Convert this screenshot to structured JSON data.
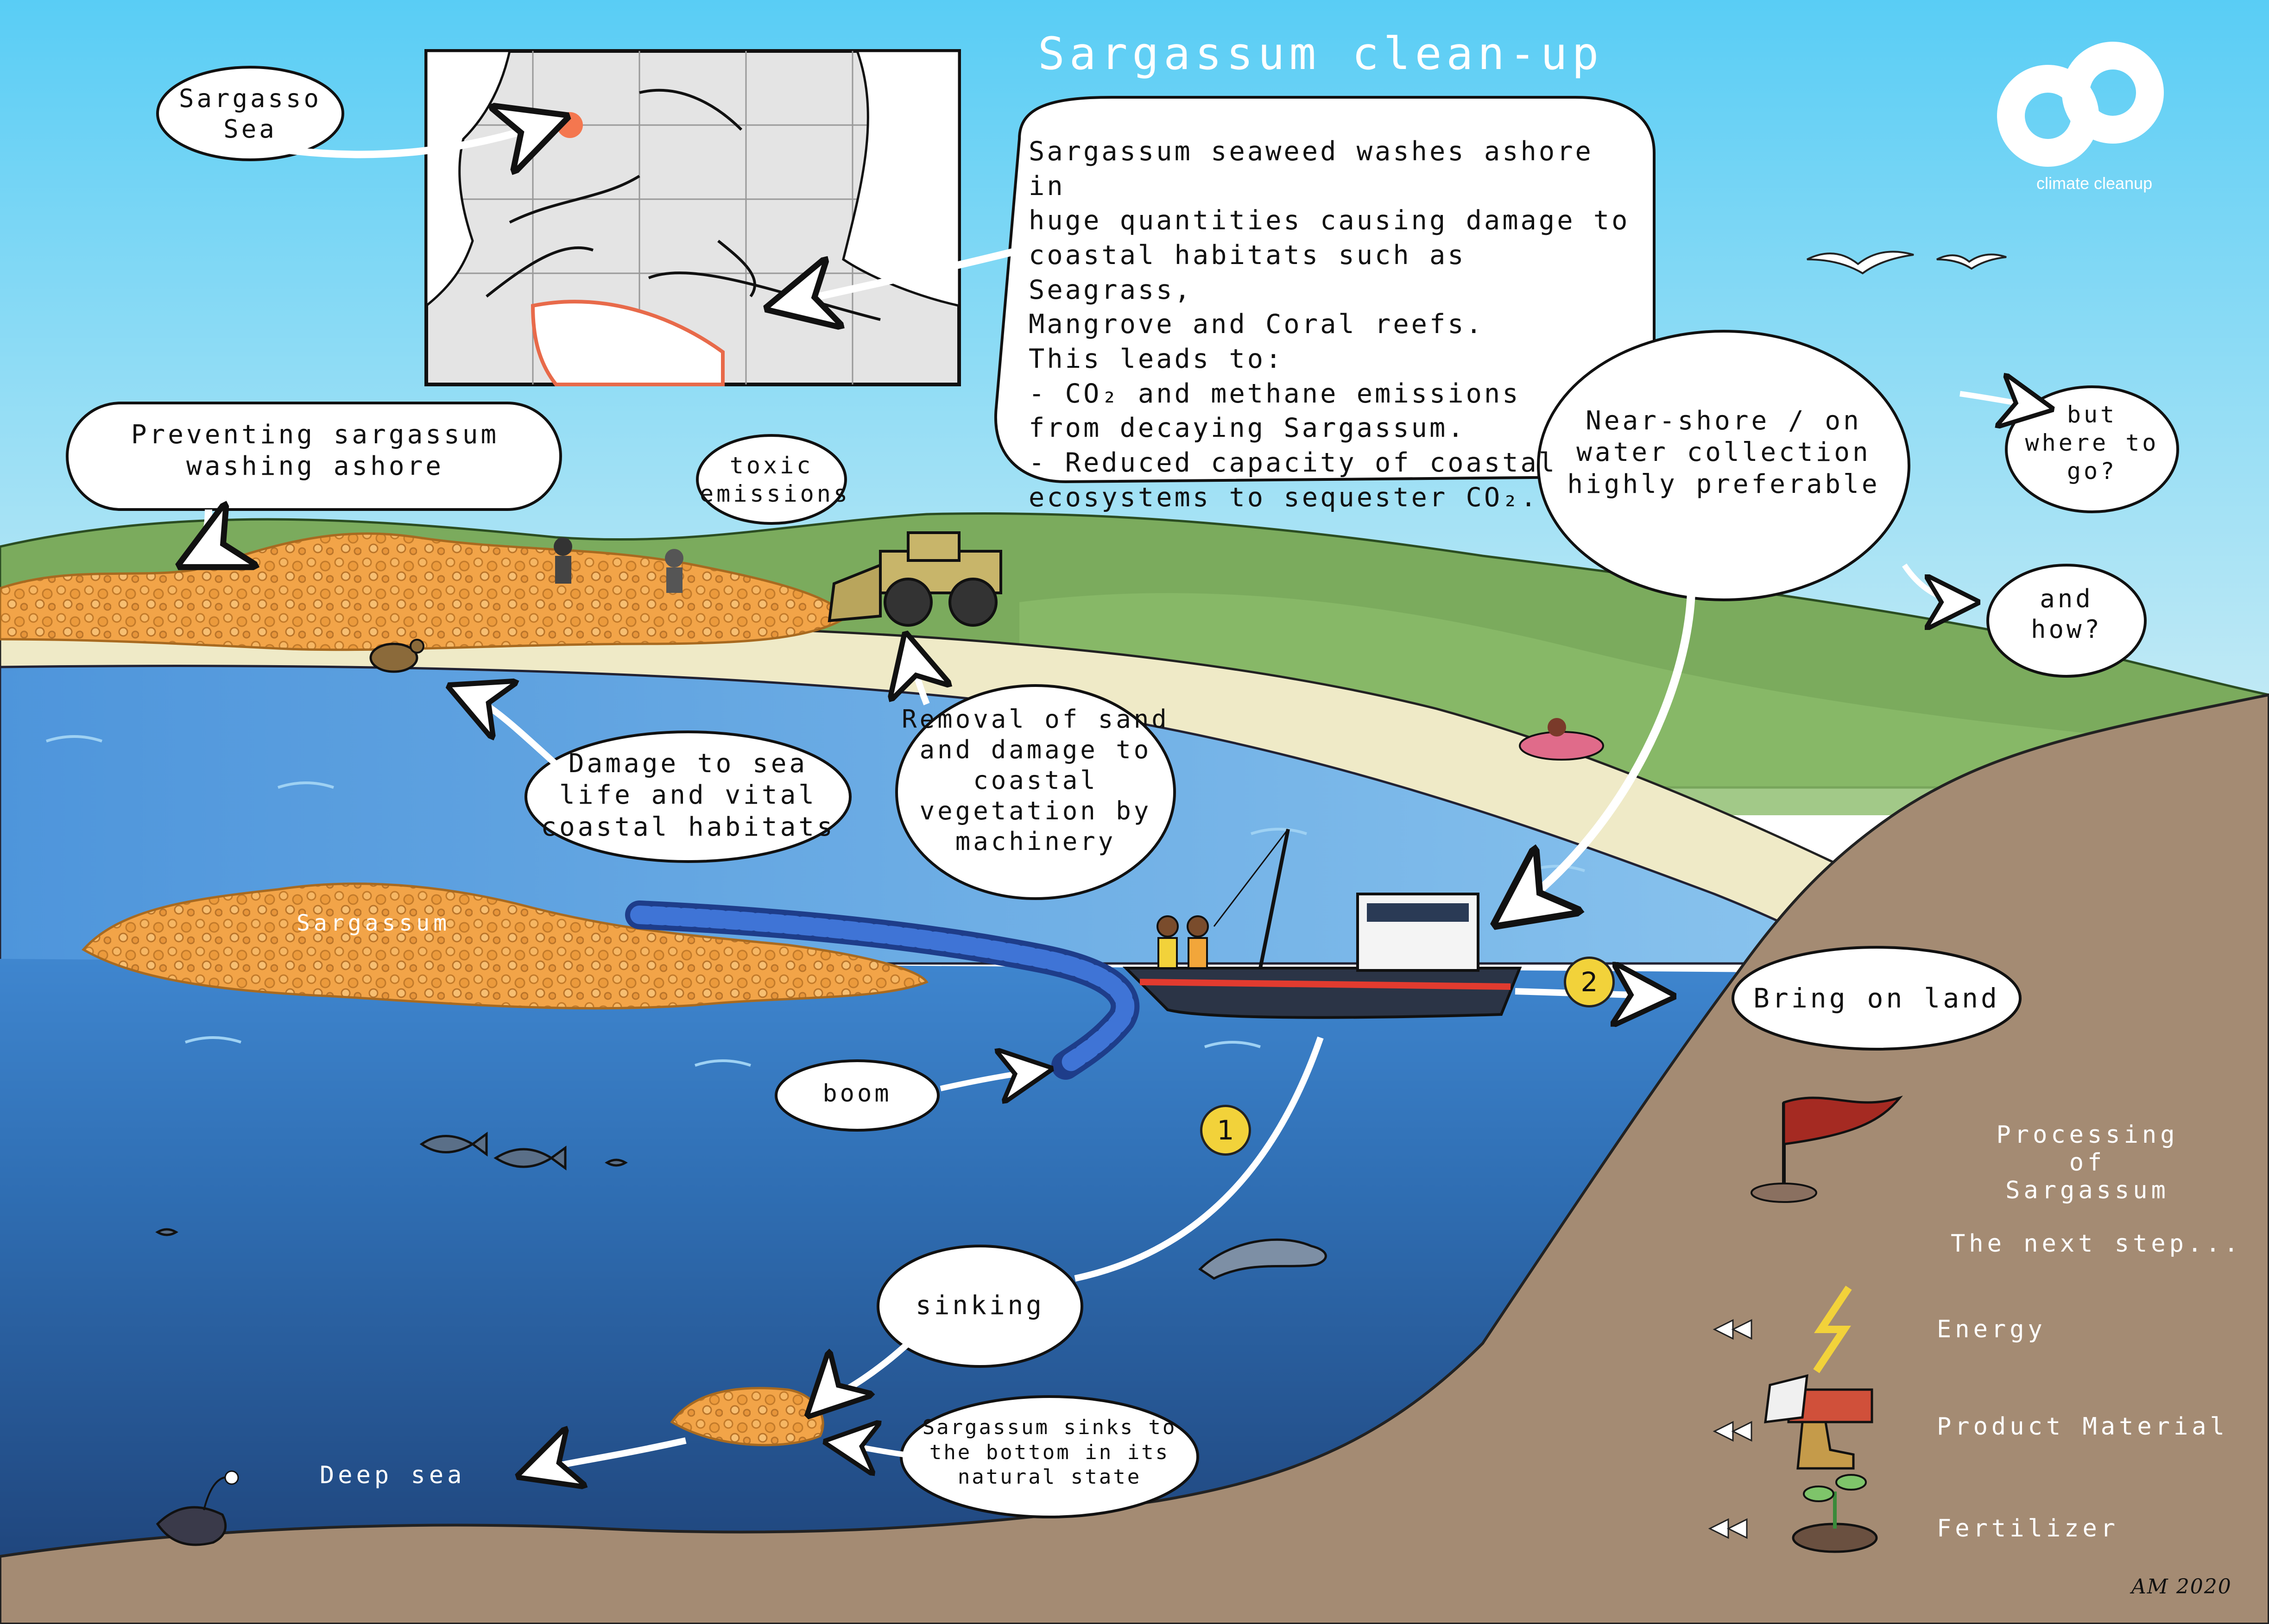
{
  "title": "Sargassum clean-up",
  "logo": {
    "text": "climate cleanup",
    "name": "climate-cleanup-logo"
  },
  "colors": {
    "sky": "#5fd1f5",
    "shallow_sea": "#4f9ee0",
    "deep_sea": "#234f8a",
    "sand": "#efeac8",
    "seabed": "#a38a73",
    "sargassum": "#f3a54a",
    "land": "#7fae5f"
  },
  "bubbles": {
    "sargasso_sea": "Sargasso\nSea",
    "description": "Sargassum seaweed washes ashore in\nhuge quantities causing damage to\ncoastal habitats such as Seagrass,\nMangrove and Coral reefs.\nThis leads to:\n- CO₂ and methane emissions\nfrom decaying Sargassum.\n- Reduced capacity of coastal\necosystems to sequester CO₂.",
    "preventing": "Preventing sargassum\nwashing ashore",
    "toxic": "toxic\nemissions",
    "near_shore": "Near-shore / on\nwater collection\nhighly preferable",
    "but_where": "but\nwhere to\ngo?",
    "and_how": "and\nhow?",
    "damage_sea_life": "Damage to sea\nlife and vital\ncoastal habitats",
    "removal_sand": "Removal of sand\nand damage to\ncoastal\nvegetation by\nmachinery",
    "bring_on_land": "Bring on land",
    "boom": "boom",
    "sinking": "sinking",
    "sinks_bottom": "Sargassum sinks to\nthe bottom in its\nnatural state"
  },
  "labels": {
    "sargassum": "Sargassum",
    "deep_sea": "Deep sea",
    "processing": "Processing of\nSargassum",
    "next_step": "The next step...",
    "energy": "Energy",
    "product_material": "Product Material",
    "fertilizer": "Fertilizer",
    "signature": "AM 2020"
  },
  "badges": {
    "one": "1",
    "two": "2"
  },
  "icons": [
    "lightning-icon",
    "brick-icon",
    "boot-icon",
    "paper-icon",
    "sprout-icon",
    "flag-icon",
    "fish-icon",
    "dolphin-icon",
    "anglerfish-icon",
    "turtle-icon",
    "bird-icon",
    "bulldozer-icon",
    "boat-icon",
    "person-icon"
  ]
}
